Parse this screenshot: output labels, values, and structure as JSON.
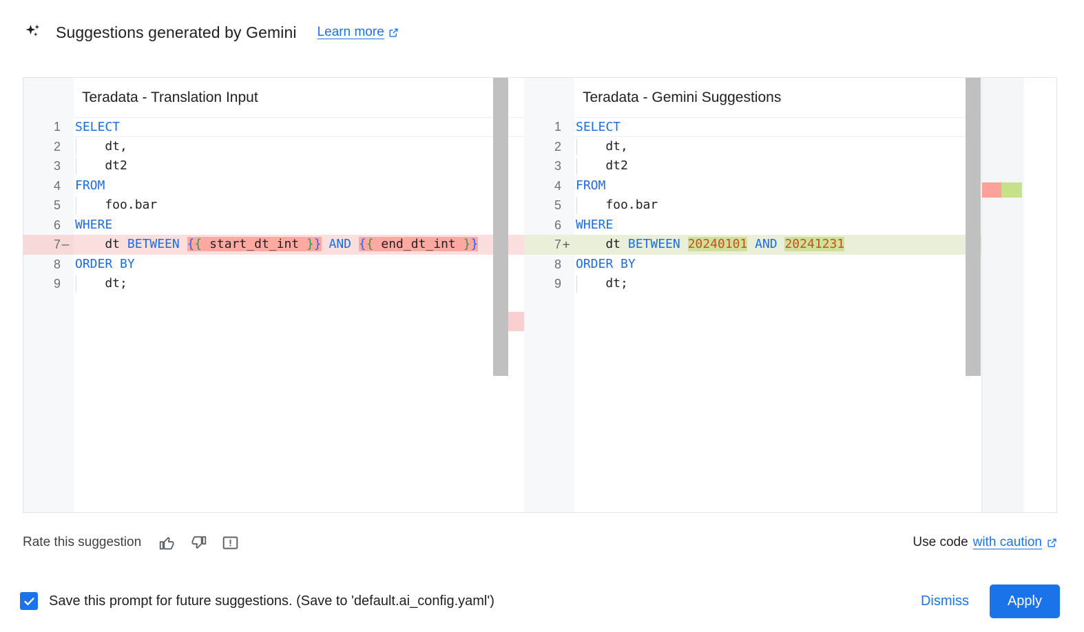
{
  "header": {
    "sparkle_icon": "sparkle-icon",
    "title": "Suggestions generated by Gemini",
    "learn_more": "Learn more",
    "external_icon": "external-link-icon"
  },
  "diff": {
    "left": {
      "title": "Teradata - Translation Input",
      "lines": [
        {
          "num": "1",
          "sign": "",
          "current": true,
          "indent": false,
          "tokens": [
            {
              "t": "SELECT",
              "c": "kw"
            }
          ]
        },
        {
          "num": "2",
          "sign": "",
          "current": false,
          "indent": true,
          "tokens": [
            {
              "t": "    dt,",
              "c": "id"
            }
          ]
        },
        {
          "num": "3",
          "sign": "",
          "current": false,
          "indent": true,
          "tokens": [
            {
              "t": "    dt2",
              "c": "id"
            }
          ]
        },
        {
          "num": "4",
          "sign": "",
          "current": false,
          "indent": false,
          "tokens": [
            {
              "t": "FROM",
              "c": "kw"
            }
          ]
        },
        {
          "num": "5",
          "sign": "",
          "current": false,
          "indent": true,
          "tokens": [
            {
              "t": "    foo.bar",
              "c": "id"
            }
          ]
        },
        {
          "num": "6",
          "sign": "",
          "current": false,
          "indent": false,
          "tokens": [
            {
              "t": "WHERE",
              "c": "kw"
            }
          ]
        },
        {
          "num": "7",
          "sign": "—",
          "current": false,
          "indent": false,
          "diff": "del",
          "tokens": [
            {
              "t": "    dt ",
              "c": "id"
            },
            {
              "t": "BETWEEN",
              "c": "kw"
            },
            {
              "t": " ",
              "c": "id"
            },
            {
              "t": "{",
              "c": "br1",
              "w": "del"
            },
            {
              "t": "{",
              "c": "br2",
              "w": "del"
            },
            {
              "t": " start_dt_int ",
              "c": "id",
              "w": "del"
            },
            {
              "t": "}",
              "c": "br2",
              "w": "del"
            },
            {
              "t": "}",
              "c": "br1",
              "w": "del"
            },
            {
              "t": " ",
              "c": "id"
            },
            {
              "t": "AND",
              "c": "kw"
            },
            {
              "t": " ",
              "c": "id"
            },
            {
              "t": "{",
              "c": "br1",
              "w": "del"
            },
            {
              "t": "{",
              "c": "br2",
              "w": "del"
            },
            {
              "t": " end_dt_int ",
              "c": "id",
              "w": "del"
            },
            {
              "t": "}",
              "c": "br2",
              "w": "del"
            },
            {
              "t": "}",
              "c": "br1",
              "w": "del"
            }
          ]
        },
        {
          "num": "8",
          "sign": "",
          "current": false,
          "indent": false,
          "tokens": [
            {
              "t": "ORDER BY",
              "c": "kw"
            }
          ]
        },
        {
          "num": "9",
          "sign": "",
          "current": false,
          "indent": true,
          "tokens": [
            {
              "t": "    dt;",
              "c": "id"
            }
          ]
        }
      ]
    },
    "right": {
      "title": "Teradata - Gemini Suggestions",
      "lines": [
        {
          "num": "1",
          "sign": "",
          "current": true,
          "indent": false,
          "tokens": [
            {
              "t": "SELECT",
              "c": "kw"
            }
          ]
        },
        {
          "num": "2",
          "sign": "",
          "current": false,
          "indent": true,
          "tokens": [
            {
              "t": "    dt,",
              "c": "id"
            }
          ]
        },
        {
          "num": "3",
          "sign": "",
          "current": false,
          "indent": true,
          "tokens": [
            {
              "t": "    dt2",
              "c": "id"
            }
          ]
        },
        {
          "num": "4",
          "sign": "",
          "current": false,
          "indent": false,
          "tokens": [
            {
              "t": "FROM",
              "c": "kw"
            }
          ]
        },
        {
          "num": "5",
          "sign": "",
          "current": false,
          "indent": true,
          "tokens": [
            {
              "t": "    foo.bar",
              "c": "id"
            }
          ]
        },
        {
          "num": "6",
          "sign": "",
          "current": false,
          "indent": false,
          "tokens": [
            {
              "t": "WHERE",
              "c": "kw"
            }
          ]
        },
        {
          "num": "7",
          "sign": "+",
          "current": false,
          "indent": false,
          "diff": "add",
          "tokens": [
            {
              "t": "    dt ",
              "c": "id"
            },
            {
              "t": "BETWEEN",
              "c": "kw"
            },
            {
              "t": " ",
              "c": "id"
            },
            {
              "t": "20240101",
              "c": "num-lit",
              "w": "add"
            },
            {
              "t": " ",
              "c": "id"
            },
            {
              "t": "AND",
              "c": "kw"
            },
            {
              "t": " ",
              "c": "id"
            },
            {
              "t": "20241231",
              "c": "num-lit",
              "w": "add"
            }
          ]
        },
        {
          "num": "8",
          "sign": "",
          "current": false,
          "indent": false,
          "tokens": [
            {
              "t": "ORDER BY",
              "c": "kw"
            }
          ]
        },
        {
          "num": "9",
          "sign": "",
          "current": false,
          "indent": true,
          "tokens": [
            {
              "t": "    dt;",
              "c": "id"
            }
          ]
        }
      ]
    },
    "colors": {
      "deleted_line_bg": "#fbdfdf",
      "deleted_word_bg": "#ffa9a0",
      "added_line_bg": "#e9efd9",
      "added_word_bg": "#cfe09a",
      "keyword": "#1a6ce8",
      "number_literal": "#c5501a",
      "ruler_marker_removed": "#ffa09b",
      "ruler_marker_added": "#c7e08a"
    }
  },
  "rate": {
    "label": "Rate this suggestion",
    "thumb_up_icon": "thumb-up-icon",
    "thumb_down_icon": "thumb-down-icon",
    "report_icon": "report-icon",
    "use_code_prefix": "Use code",
    "use_code_link": "with caution",
    "external_icon": "external-link-icon"
  },
  "footer": {
    "checkbox_checked": true,
    "checkbox_label": "Save this prompt for future suggestions. (Save to 'default.ai_config.yaml')",
    "dismiss_label": "Dismiss",
    "apply_label": "Apply",
    "accent_color": "#1a73e8"
  }
}
